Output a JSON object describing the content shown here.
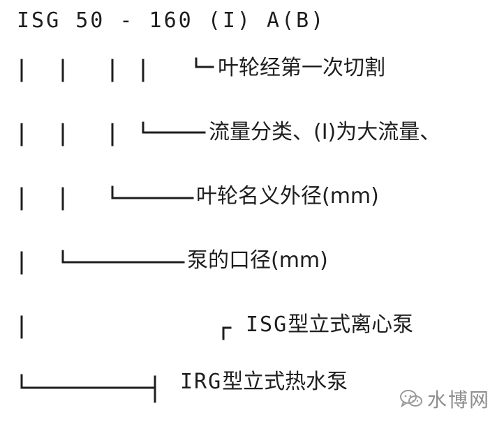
{
  "model_code": "ISG 50 - 160 (I) A(B)",
  "labels": {
    "impeller_cut": "叶轮经第一次切割",
    "flow_class": "流量分类、(I)为大流量、",
    "impeller_diameter": "叶轮名义外径(mm)",
    "pump_diameter": "泵的口径(mm)",
    "isg_prefix": "ISG",
    "isg_desc": "型立式离心泵",
    "irg_prefix": "IRG",
    "irg_desc": "型立式热水泵"
  },
  "watermark": {
    "icon": "wechat-bubble-icon",
    "text": "水博网"
  }
}
